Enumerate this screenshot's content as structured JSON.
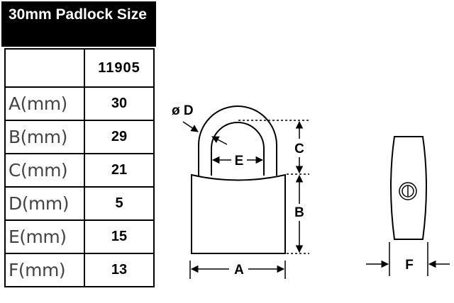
{
  "title": "30mm Padlock Size",
  "table": {
    "header": [
      "",
      "11905"
    ],
    "rows": [
      {
        "label": "A(mm)",
        "value": "30"
      },
      {
        "label": "B(mm)",
        "value": "29"
      },
      {
        "label": "C(mm)",
        "value": "21"
      },
      {
        "label": "D(mm)",
        "value": "5"
      },
      {
        "label": "E(mm)",
        "value": "15"
      },
      {
        "label": "F(mm)",
        "value": "13"
      }
    ]
  },
  "diagram": {
    "labels": {
      "diameter": "ø D",
      "A": "A",
      "B": "B",
      "C": "C",
      "E": "E",
      "F": "F"
    }
  }
}
